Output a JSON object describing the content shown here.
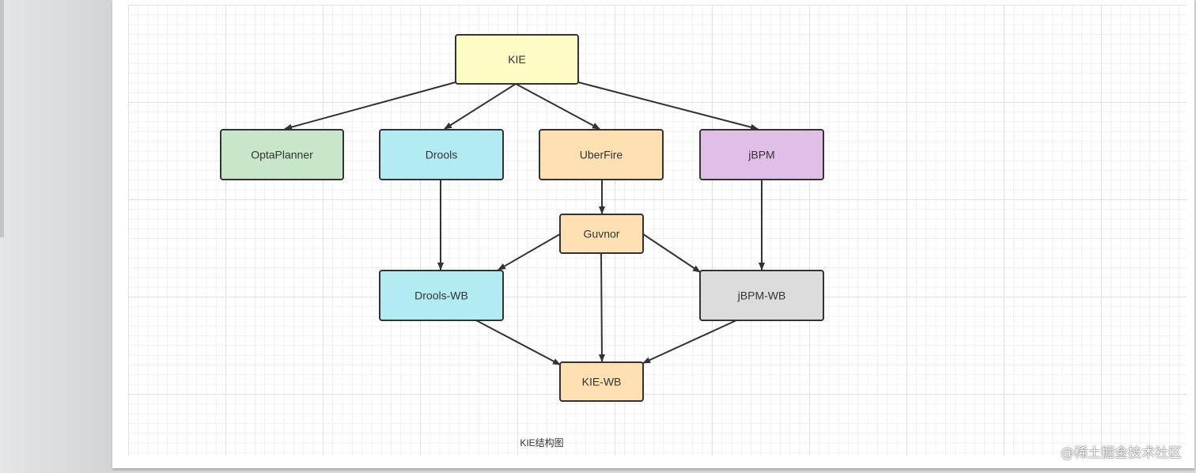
{
  "diagram": {
    "caption": "KIE结构图",
    "nodes": [
      {
        "id": "kie",
        "label": "KIE",
        "fill": "#fffbc4"
      },
      {
        "id": "optaplanner",
        "label": "OptaPlanner",
        "fill": "#c8e6c9"
      },
      {
        "id": "drools",
        "label": "Drools",
        "fill": "#b2ebf2"
      },
      {
        "id": "uberfire",
        "label": "UberFire",
        "fill": "#ffe0b2"
      },
      {
        "id": "jbpm",
        "label": "jBPM",
        "fill": "#e1bee7"
      },
      {
        "id": "guvnor",
        "label": "Guvnor",
        "fill": "#ffe0b2"
      },
      {
        "id": "drools-wb",
        "label": "Drools-WB",
        "fill": "#b2ebf2"
      },
      {
        "id": "jbpm-wb",
        "label": "jBPM-WB",
        "fill": "#dcdcdc"
      },
      {
        "id": "kie-wb",
        "label": "KIE-WB",
        "fill": "#ffe0b2"
      }
    ],
    "edges": [
      {
        "from": "kie",
        "to": "optaplanner"
      },
      {
        "from": "kie",
        "to": "drools"
      },
      {
        "from": "kie",
        "to": "uberfire"
      },
      {
        "from": "kie",
        "to": "jbpm"
      },
      {
        "from": "drools",
        "to": "drools-wb"
      },
      {
        "from": "uberfire",
        "to": "guvnor"
      },
      {
        "from": "jbpm",
        "to": "jbpm-wb"
      },
      {
        "from": "guvnor",
        "to": "drools-wb"
      },
      {
        "from": "guvnor",
        "to": "jbpm-wb"
      },
      {
        "from": "guvnor",
        "to": "kie-wb"
      },
      {
        "from": "drools-wb",
        "to": "kie-wb"
      },
      {
        "from": "jbpm-wb",
        "to": "kie-wb"
      }
    ],
    "stroke_color": "#333333"
  },
  "watermark": "@稀土掘金技术社区"
}
